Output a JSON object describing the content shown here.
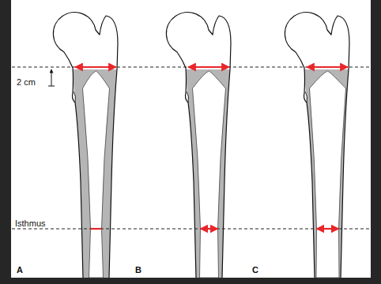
{
  "diagram": {
    "labels": [
      "2 cm",
      "Isthmus",
      "A",
      "B",
      "C"
    ]
  }
}
